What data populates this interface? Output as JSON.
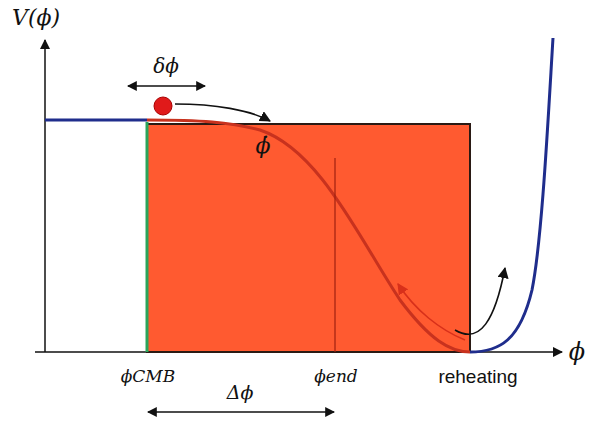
{
  "diagram": {
    "labels": [
      "V(ϕ)",
      "δϕ",
      "ϕ̇",
      "ϕ",
      "ϕCMB",
      "ϕend",
      "reheating",
      "Δϕ"
    ]
  }
}
